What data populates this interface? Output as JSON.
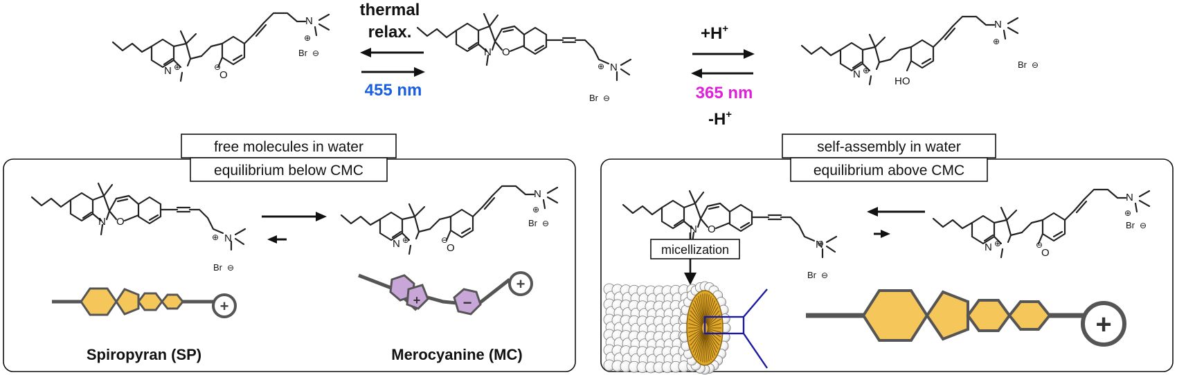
{
  "top": {
    "left_arrow_upper_label_line1": "thermal",
    "left_arrow_upper_label_line2": "relax.",
    "left_arrow_lower_label": "455 nm",
    "right_arrow_upper_label": "+H",
    "right_arrow_upper_sup": "+",
    "right_arrow_lower_label": "365 nm",
    "right_arrow_bottom_label": "-H",
    "right_arrow_bottom_sup": "+"
  },
  "atoms": {
    "n_plus": "N",
    "n": "N",
    "o": "O",
    "n_methyl": "N",
    "br": "Br",
    "ho": "HO",
    "plus": "⊕",
    "minus": "⊖"
  },
  "panels": {
    "left": {
      "title_line1": "free molecules in water",
      "title_line2": "equilibrium below CMC",
      "sp_label": "Spiropyran (SP)",
      "mc_label": "Merocyanine (MC)"
    },
    "right": {
      "title_line1": "self-assembly in water",
      "title_line2": "equilibrium above CMC",
      "micellization_label": "micellization"
    }
  },
  "colors": {
    "blue_label": "#1a5fe0",
    "magenta_label": "#e020d8",
    "sp_fill": "#f5c75a",
    "mc_fill": "#c9a6d8",
    "micelle_core": "#e0a92a",
    "zoom_lines": "#1a1aa0"
  }
}
